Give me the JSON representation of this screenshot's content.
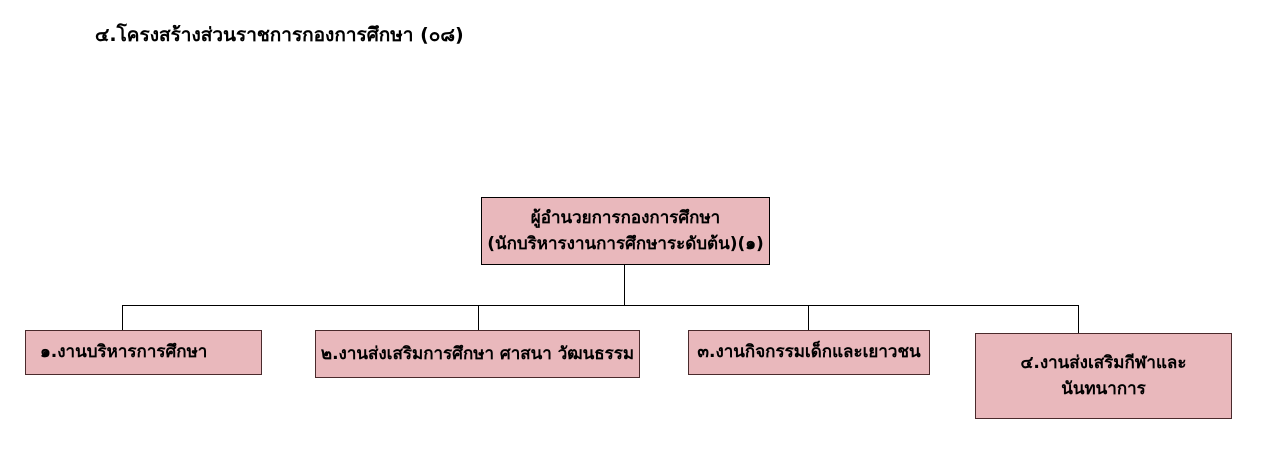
{
  "page": {
    "title": "๔.โครงสร้างส่วนราชการกองการศึกษา (๐๘)"
  },
  "colors": {
    "background": "#ffffff",
    "box_fill": "#e9b8bc",
    "box_border": "#4a2a2c",
    "root_box_border": "#000000",
    "connector_line": "#000000",
    "text": "#000000"
  },
  "org_chart": {
    "type": "organization-chart",
    "root": {
      "line1": "ผู้อำนวยการกองการศึกษา",
      "line2": "(นักบริหารงานการศึกษาระดับต้น)(๑)"
    },
    "children": [
      {
        "label": "๑.งานบริหารการศึกษา"
      },
      {
        "label": "๒.งานส่งเสริมการศึกษา ศาสนา วัฒนธรรม"
      },
      {
        "label": "๓.งานกิจกรรมเด็กและเยาวชน"
      },
      {
        "line1": "๔.งานส่งเสริมกีฬาและ",
        "line2": "นันทนาการ"
      }
    ]
  }
}
